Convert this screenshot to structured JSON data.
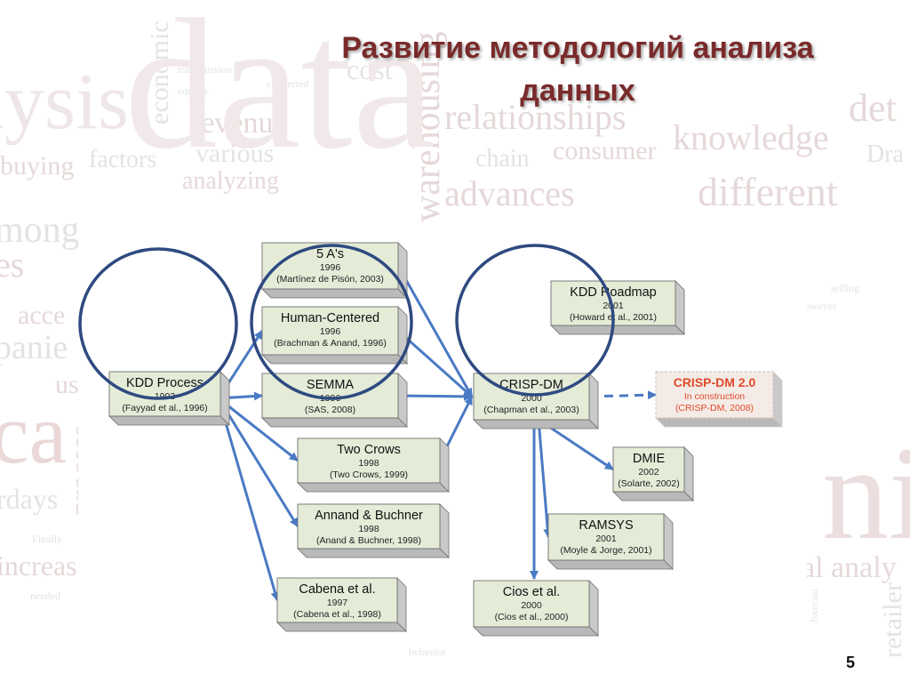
{
  "title": {
    "line1": "Развитие методологий анализа",
    "line2": "данных"
  },
  "background_words": [
    "lysis",
    "economic",
    "revenue",
    "various",
    "warehousing",
    "relationships",
    "cost",
    "knowledge",
    "buying",
    "factors",
    "analyzing",
    "chain",
    "consumer",
    "advances",
    "different",
    "mong",
    "es",
    "acce",
    "panie",
    "ca",
    "process",
    "rdays",
    "increase",
    "al analy",
    "retailer",
    "det",
    "nir",
    "Dra",
    "transmission",
    "converted",
    "equally",
    "forecast",
    "behavior",
    "Finally",
    "needed",
    "selling",
    "however",
    "use",
    "data"
  ],
  "nodes": [
    {
      "id": "kdd",
      "name": "KDD Process",
      "year": "1993",
      "ref": "(Fayyad et al., 1996)"
    },
    {
      "id": "5as",
      "name": "5 A's",
      "year": "1996",
      "ref": "(Martínez de Pisón, 2003)"
    },
    {
      "id": "hc",
      "name": "Human-Centered",
      "year": "1996",
      "ref": "(Brachman & Anand, 1996)"
    },
    {
      "id": "semma",
      "name": "SEMMA",
      "year": "1996",
      "ref": "(SAS, 2008)"
    },
    {
      "id": "twocrows",
      "name": "Two Crows",
      "year": "1998",
      "ref": "(Two Crows, 1999)"
    },
    {
      "id": "annand",
      "name": "Annand & Buchner",
      "year": "1998",
      "ref": "(Anand & Buchner, 1998)"
    },
    {
      "id": "cabena",
      "name": "Cabena et al.",
      "year": "1997",
      "ref": "(Cabena et al., 1998)"
    },
    {
      "id": "kddroad",
      "name": "KDD Roadmap",
      "year": "2001",
      "ref": "(Howard et al., 2001)"
    },
    {
      "id": "crisp",
      "name": "CRISP-DM",
      "year": "2000",
      "ref": "(Chapman et al., 2003)"
    },
    {
      "id": "crisp2",
      "name": "CRISP-DM 2.0",
      "year": "In construction",
      "ref": "(CRISP-DM, 2008)"
    },
    {
      "id": "dmie",
      "name": "DMIE",
      "year": "2002",
      "ref": "(Solarte, 2002)"
    },
    {
      "id": "ramsys",
      "name": "RAMSYS",
      "year": "2001",
      "ref": "(Moyle & Jorge, 2001)"
    },
    {
      "id": "cios",
      "name": "Cios et al.",
      "year": "2000",
      "ref": "(Cios et al., 2000)"
    }
  ],
  "edges": [
    {
      "from": "kdd",
      "to": "hc"
    },
    {
      "from": "kdd",
      "to": "semma"
    },
    {
      "from": "kdd",
      "to": "twocrows"
    },
    {
      "from": "kdd",
      "to": "annand"
    },
    {
      "from": "kdd",
      "to": "cabena"
    },
    {
      "from": "5as",
      "to": "crisp"
    },
    {
      "from": "hc",
      "to": "crisp"
    },
    {
      "from": "semma",
      "to": "crisp"
    },
    {
      "from": "twocrows",
      "to": "crisp"
    },
    {
      "from": "crisp",
      "to": "crisp2",
      "dashed": true
    },
    {
      "from": "crisp",
      "to": "dmie"
    },
    {
      "from": "crisp",
      "to": "ramsys"
    },
    {
      "from": "crisp",
      "to": "cios"
    }
  ],
  "colors": {
    "title": "#7a2a2a",
    "box_fill": "#e4ecd8",
    "box_side": "#c9c9c9",
    "box_border": "#6f6f6f",
    "arrow": "#4a7ac4",
    "circle": "#2e4a80",
    "future_text": "#e04a2a",
    "future_fill": "#f4ebe6",
    "background_text": "#e6d8d8"
  },
  "page_number": "5"
}
